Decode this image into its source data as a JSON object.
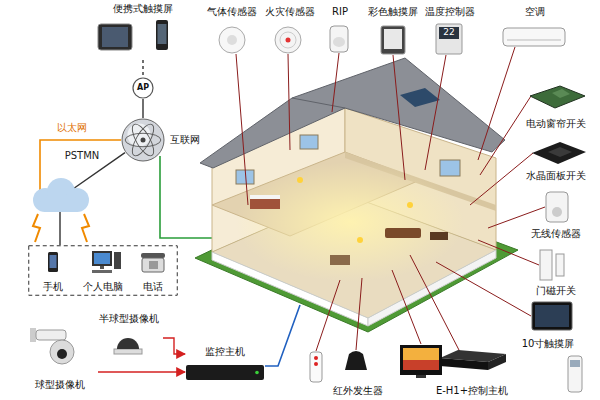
{
  "diagram": {
    "nodes": [
      {
        "text": [
          "便携式触摸屏"
        ]
      },
      {
        "text": [
          "AP"
        ]
      },
      {
        "text": [
          "互联网"
        ]
      },
      {
        "text": [
          "手机",
          "个人电脑",
          "电话"
        ]
      },
      {
        "text": [
          "半球型摄像机"
        ]
      },
      {
        "text": [
          "球型摄像机"
        ]
      },
      {
        "text": [
          "监控主机"
        ]
      }
    ],
    "edges": [
      {
        "from": 0,
        "to": 1,
        "arrow": "none"
      },
      {
        "from": 1,
        "to": 2,
        "arrow": "none"
      },
      {
        "from": 2,
        "to": 3,
        "label": "PSTMN",
        "arrow": "none"
      },
      {
        "from": 4,
        "to": 6,
        "arrow": "to"
      },
      {
        "from": 5,
        "to": 6,
        "arrow": "to"
      }
    ],
    "labels": [
      "气体传感器",
      "火灾传感器",
      "RIP",
      "彩色触摸屏",
      "温度控制器",
      "22",
      "空调",
      "电动窗帘开关",
      "水晶面板开关",
      "无线传感器",
      "门磁开关",
      "10寸触摸屏",
      "E-H1+控制主机",
      "红外发生器",
      "以太网"
    ]
  }
}
